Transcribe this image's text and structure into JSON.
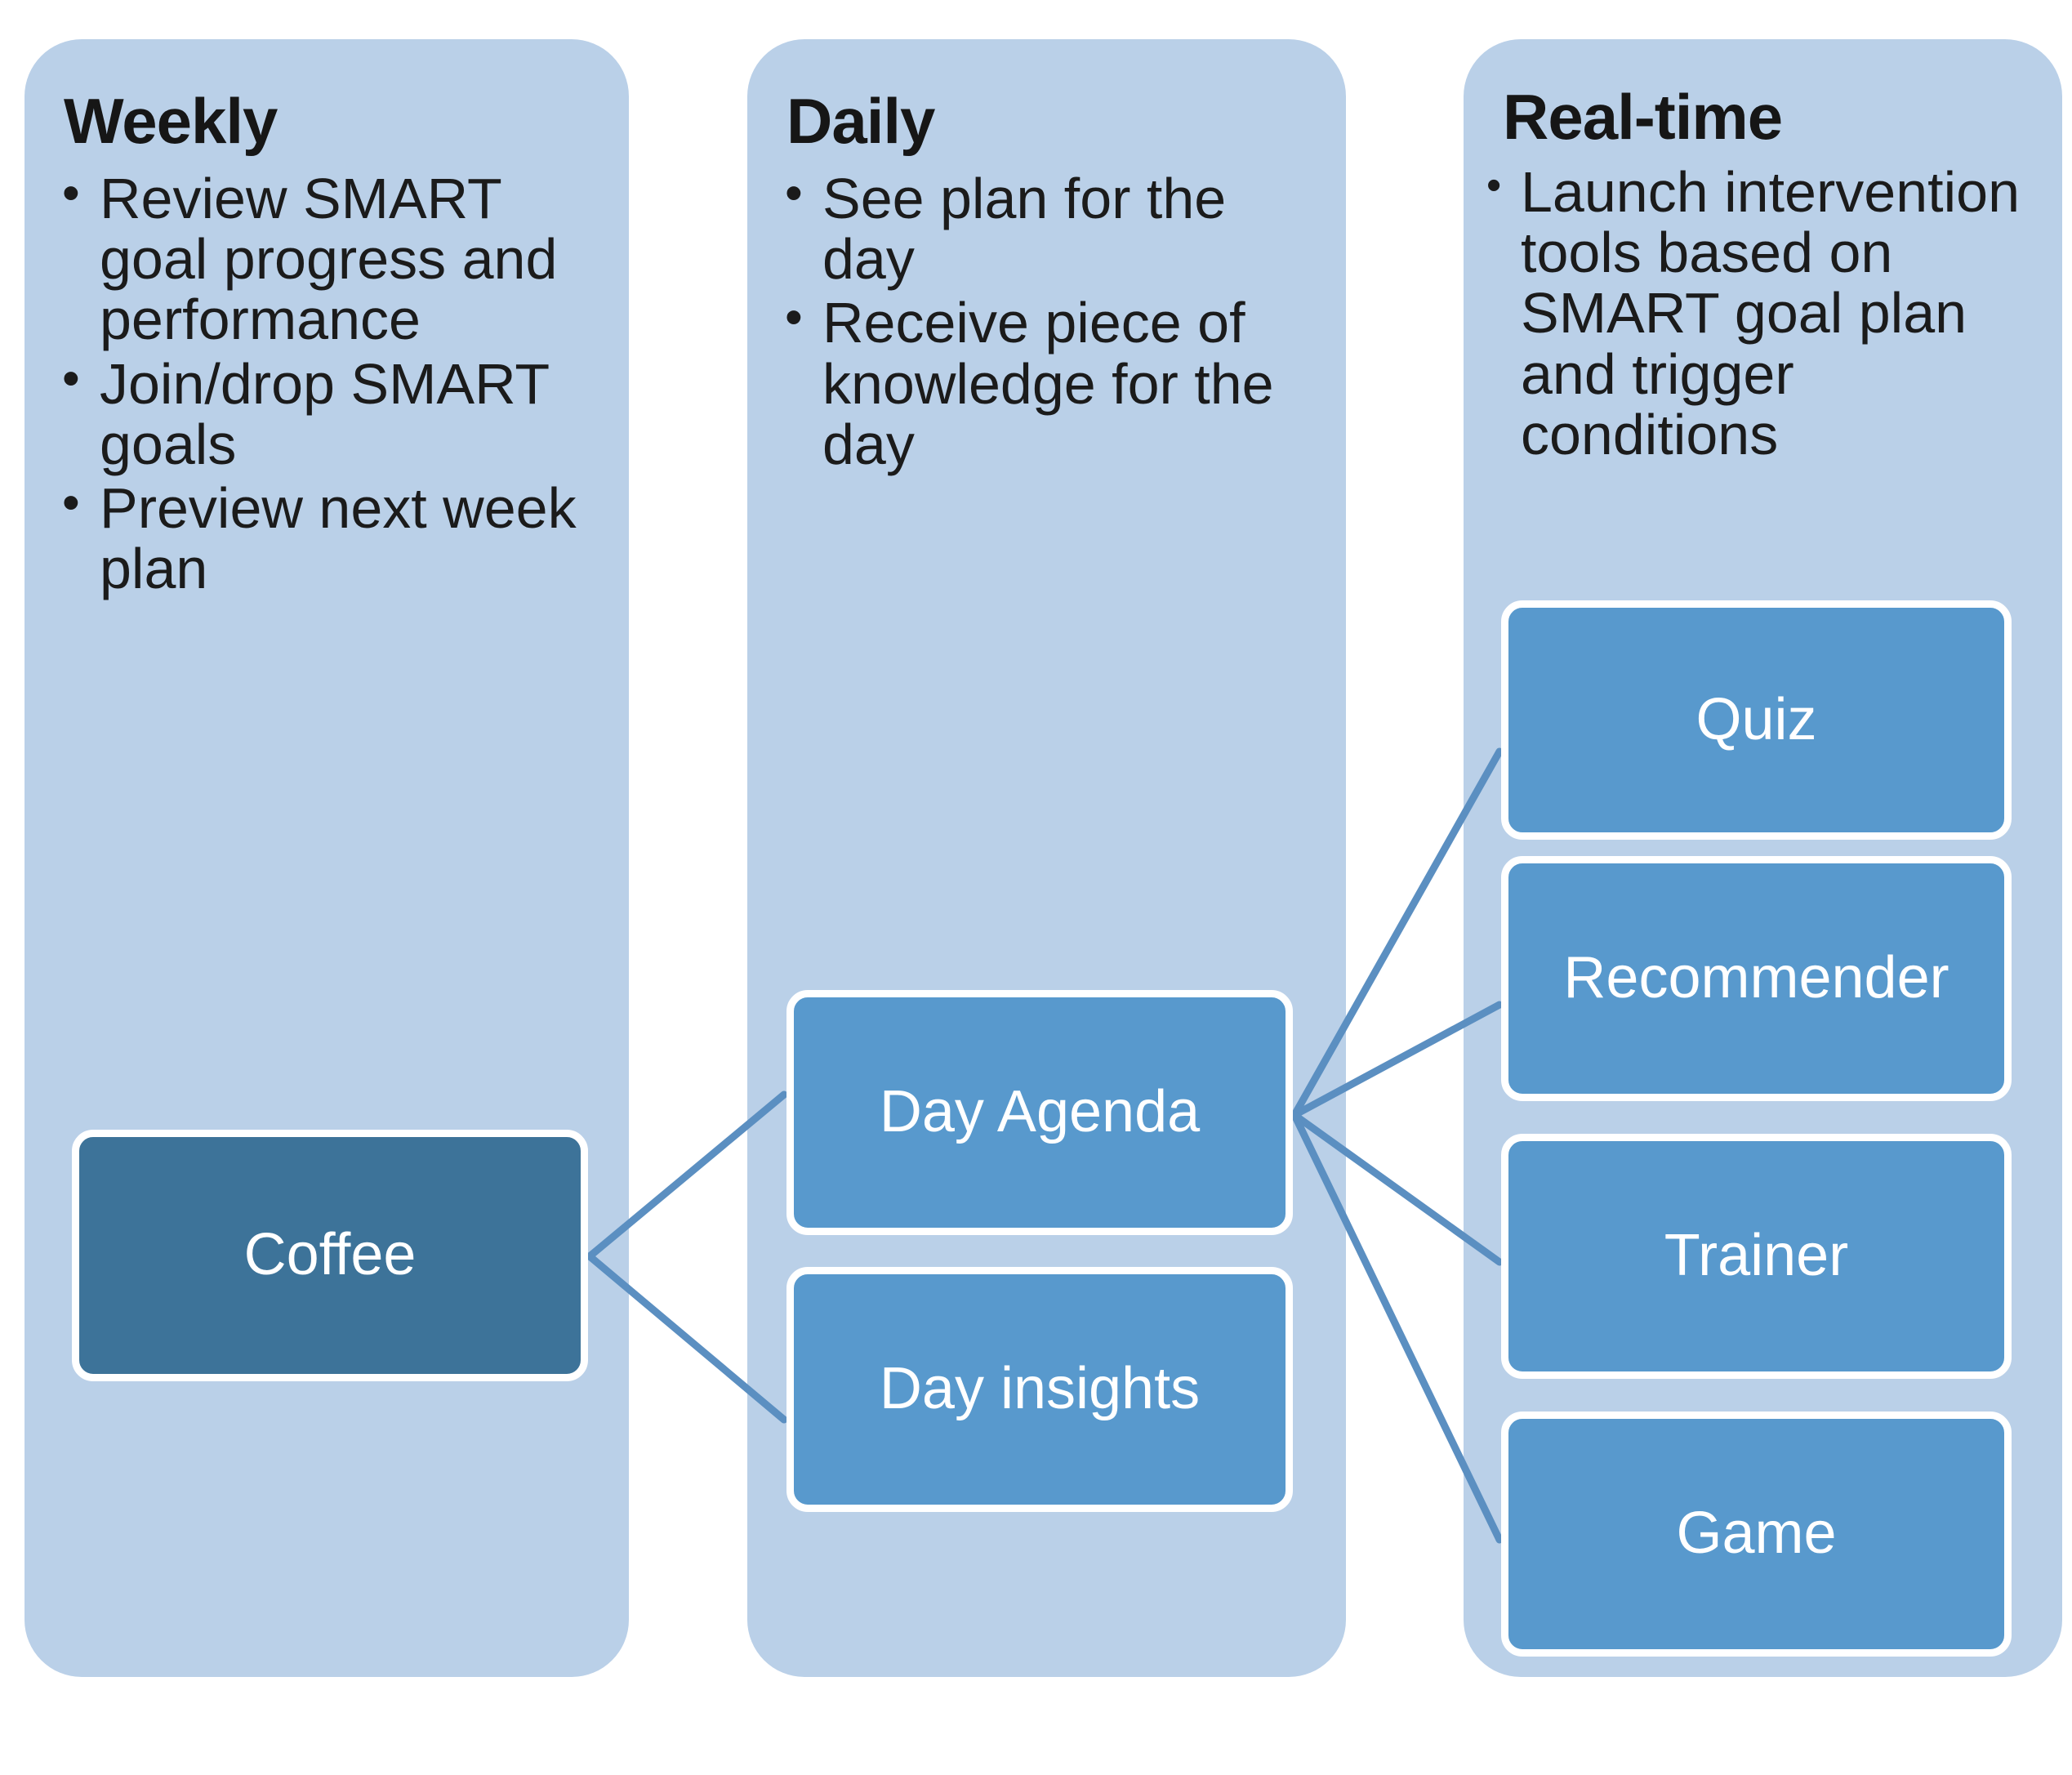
{
  "colors": {
    "panel_background": "#bad0e8",
    "node_dark_blue": "#3d7399",
    "node_light_blue": "#5899cd",
    "connector_line": "#5b8fc1",
    "node_border": "#ffffff",
    "heading_text": "#161616",
    "body_text": "#1b1b1b",
    "node_text": "#ffffff",
    "page_background": "#ffffff"
  },
  "panels": [
    {
      "id": "weekly",
      "title": "Weekly",
      "bullets": [
        "Review SMART goal progress and performance",
        "Join/drop SMART goals",
        "Preview next week plan"
      ]
    },
    {
      "id": "daily",
      "title": "Daily",
      "bullets": [
        "See plan for the day",
        "Receive piece of knowledge for the day"
      ]
    },
    {
      "id": "realtime",
      "title": "Real-time",
      "bullets": [
        "Launch intervention tools based on SMART goal plan and trigger conditions"
      ]
    }
  ],
  "nodes": {
    "coffee": "Coffee",
    "day_agenda": "Day Agenda",
    "day_insights": "Day insights",
    "quiz": "Quiz",
    "recommender": "Recommender",
    "trainer": "Trainer",
    "game": "Game"
  },
  "connections": [
    {
      "from": "coffee",
      "to": "day_agenda"
    },
    {
      "from": "coffee",
      "to": "day_insights"
    },
    {
      "from": "day_agenda",
      "to": "quiz"
    },
    {
      "from": "day_agenda",
      "to": "recommender"
    },
    {
      "from": "day_agenda",
      "to": "trainer"
    },
    {
      "from": "day_agenda",
      "to": "game"
    }
  ]
}
